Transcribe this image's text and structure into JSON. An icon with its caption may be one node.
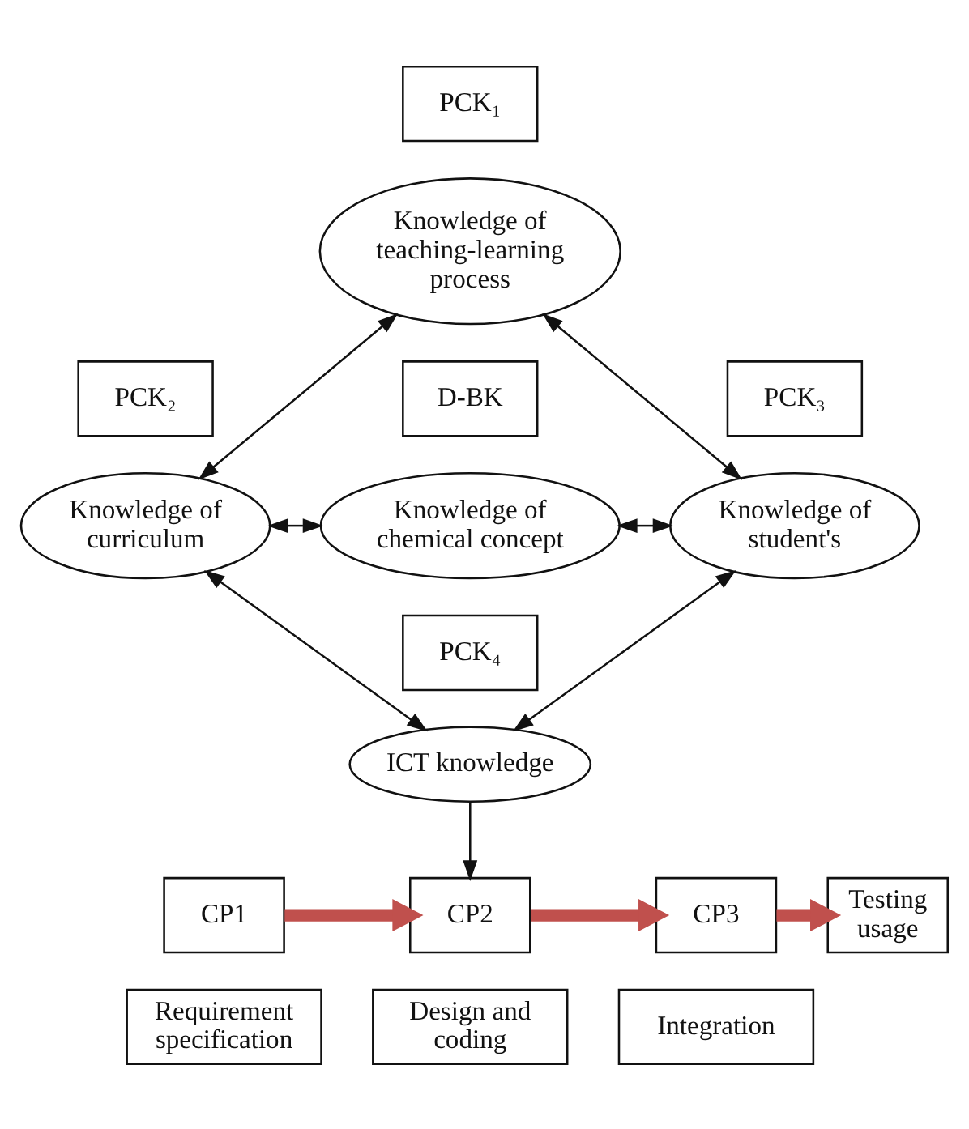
{
  "diagram": {
    "nodes": [
      {
        "text": [
          "PCK₁"
        ]
      },
      {
        "text": [
          "Knowledge of teaching-learning process"
        ]
      },
      {
        "text": [
          "PCK₂"
        ]
      },
      {
        "text": [
          "D-BK"
        ]
      },
      {
        "text": [
          "PCK₃"
        ]
      },
      {
        "text": [
          "Knowledge of curriculum"
        ]
      },
      {
        "text": [
          "Knowledge of chemical concept"
        ]
      },
      {
        "text": [
          "Knowledge of student's"
        ]
      },
      {
        "text": [
          "PCK₄"
        ]
      },
      {
        "text": [
          "ICT knowledge"
        ]
      },
      {
        "text": [
          "CP1"
        ]
      },
      {
        "text": [
          "CP2"
        ]
      },
      {
        "text": [
          "CP3"
        ]
      },
      {
        "text": [
          "Testing usage"
        ]
      },
      {
        "text": [
          "Requirement specification"
        ]
      },
      {
        "text": [
          "Design and coding"
        ]
      },
      {
        "text": [
          "Integration"
        ]
      }
    ],
    "edges": [
      {
        "from": 1,
        "to": 5,
        "arrow": "both"
      },
      {
        "from": 1,
        "to": 7,
        "arrow": "both"
      },
      {
        "from": 5,
        "to": 6,
        "arrow": "both"
      },
      {
        "from": 6,
        "to": 7,
        "arrow": "both"
      },
      {
        "from": 5,
        "to": 9,
        "arrow": "both"
      },
      {
        "from": 7,
        "to": 9,
        "arrow": "both"
      },
      {
        "from": 9,
        "to": 11,
        "arrow": "to"
      },
      {
        "from": 10,
        "to": 11,
        "arrow": "to",
        "style": "thick",
        "color": "#c0504d"
      },
      {
        "from": 11,
        "to": 12,
        "arrow": "to",
        "style": "thick",
        "color": "#c0504d"
      },
      {
        "from": 12,
        "to": 13,
        "arrow": "to",
        "style": "thick",
        "color": "#c0504d"
      }
    ]
  }
}
